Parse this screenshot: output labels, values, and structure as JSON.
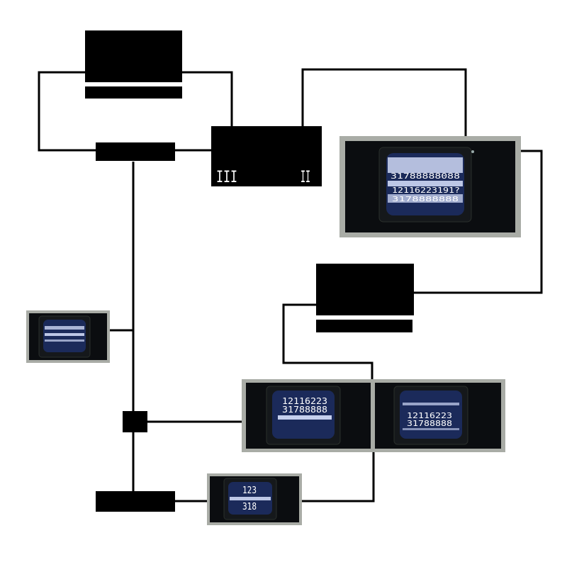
{
  "diagram": {
    "background": "#ffffff",
    "line_color": "#000000",
    "frame_color": "#a9aca6",
    "screen_glow": "#cfd8f5",
    "device_marks": {
      "left": "III",
      "right": "II"
    },
    "monitors": {
      "large_top_right": {
        "line1": "31788888088",
        "line2": "12116223191?",
        "line3": "3178888888"
      },
      "small_left": {},
      "middle_left": {
        "line1": "12116223",
        "line2": "31788888"
      },
      "middle_right": {
        "line1": "12116223",
        "line2": "31788888"
      },
      "bottom": {
        "line1": "123",
        "line2": "318"
      }
    }
  }
}
